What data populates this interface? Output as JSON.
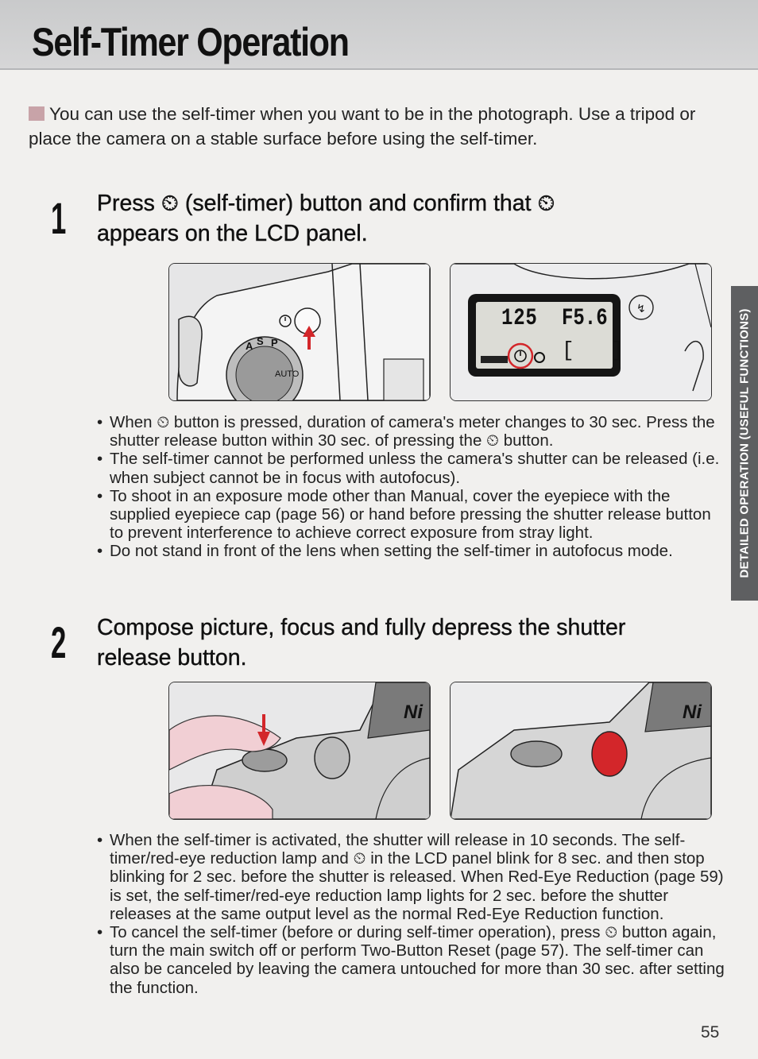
{
  "page_title": "Self-Timer Operation",
  "intro": "You can use the self-timer when you want to be in the photograph. Use a tripod or place the camera on a stable surface before using the self-timer.",
  "side_tab": "DETAILED OPERATION (USEFUL FUNCTIONS)",
  "page_number": "55",
  "steps": [
    {
      "number": "1",
      "heading_line1": "Press ⏲ (self-timer) button and confirm that ⏲",
      "heading_line2": "appears on the LCD panel.",
      "figure_left": {
        "dial_label": "AUTO"
      },
      "figure_right": {
        "lcd_shutter": "125",
        "lcd_aperture": "F5.6",
        "lcd_bracket": "[   ]"
      },
      "bullets": [
        "When ⏲ button is pressed, duration of camera's meter changes to 30 sec. Press the shutter release button within 30 sec. of pressing the ⏲ button.",
        "The self-timer cannot be performed unless the camera's shutter can be released (i.e. when subject cannot be in focus with autofocus).",
        "To shoot in an exposure mode other than Manual, cover the eyepiece with the supplied eyepiece cap (page 56) or hand before pressing the shutter release button to prevent interference to achieve correct exposure from stray light.",
        "Do not stand in front of the lens when setting the self-timer in autofocus mode."
      ]
    },
    {
      "number": "2",
      "heading_line1": "Compose picture, focus and fully depress the shutter",
      "heading_line2": "release button.",
      "figure_left": {
        "brand": "Ni"
      },
      "figure_right": {
        "brand": "Ni"
      },
      "bullets": [
        "When the self-timer is activated, the shutter will release in 10 seconds. The self-timer/red-eye reduction lamp and ⏲ in the LCD panel blink for 8 sec. and then stop blinking for 2 sec. before the shutter is released. When Red-Eye Reduction (page 59) is set, the self-timer/red-eye reduction lamp lights for 2 sec. before the shutter releases at the same output level as the normal Red-Eye Reduction function.",
        "To cancel the self-timer (before or during self-timer operation), press ⏲ button again, turn the main switch off or perform Two-Button Reset (page 57). The self-timer can also be canceled by leaving the camera untouched for more than 30 sec. after setting the function."
      ]
    }
  ],
  "colors": {
    "accent_red": "#d3262a",
    "marker": "#c8a3a8",
    "side_tab": "#5e5f61"
  }
}
